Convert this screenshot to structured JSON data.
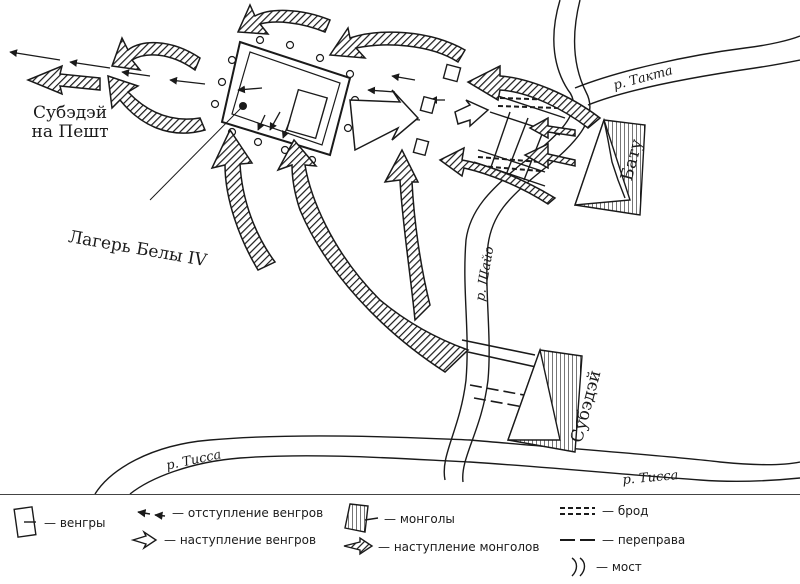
{
  "labels": {
    "subedei_pest": "Субэдэй на Пешт",
    "bela_camp": "Лагерь Белы IV",
    "batu": "Бату",
    "subedei": "Субэдэй",
    "river_takta": "р. Такта",
    "river_shayo": "р. Шайо",
    "river_tissa_left": "р. Тисса",
    "river_tissa_right": "р. Тисса"
  },
  "legend": {
    "hungarians": "— венгры",
    "hungarian_retreat": "— отступление венгров",
    "hungarian_advance": "— наступление венгров",
    "mongols": "— монголы",
    "mongol_advance": "— наступление монголов",
    "ford": "— брод",
    "crossing": "— переправа",
    "bridge": "— мост"
  },
  "colors": {
    "ink": "#1a1a1a",
    "background": "#ffffff"
  }
}
